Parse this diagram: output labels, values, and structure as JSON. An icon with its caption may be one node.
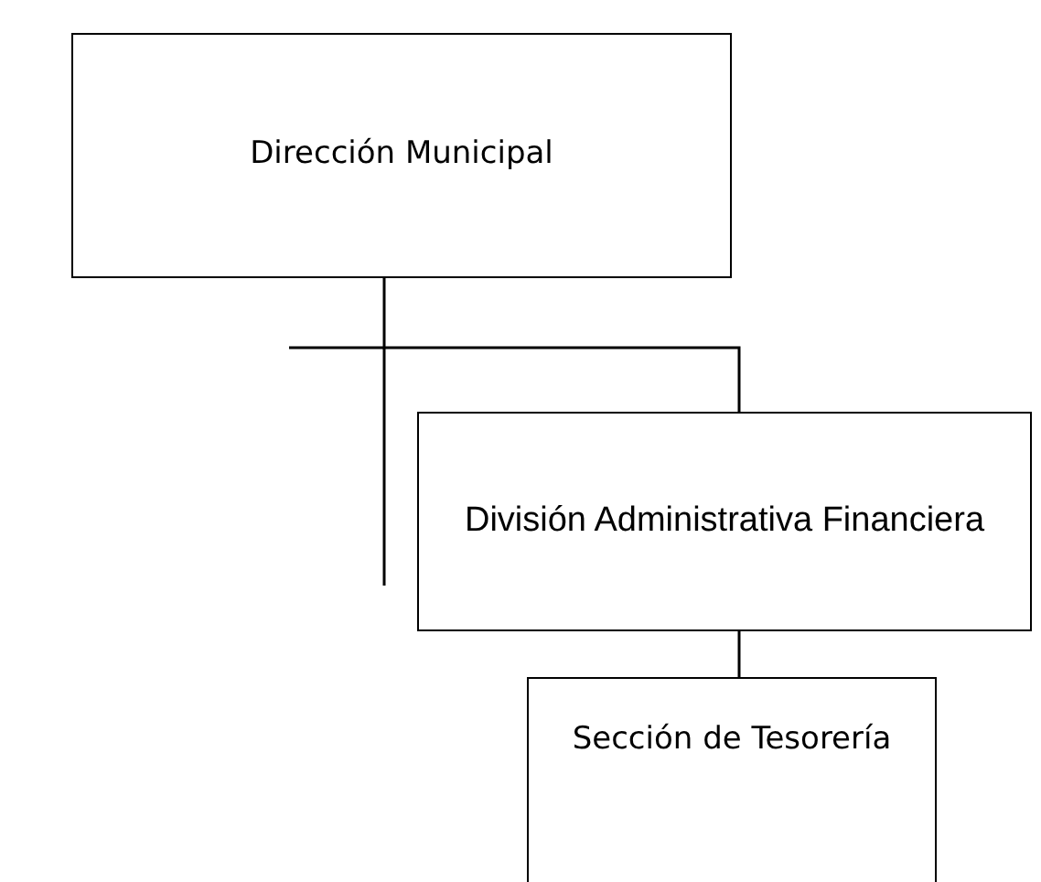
{
  "diagram": {
    "nodes": [
      {
        "text": [
          "Dirección Municipal"
        ]
      },
      {
        "text": [
          "División Administrativa Financiera"
        ]
      },
      {
        "text": [
          "Sección de Tesorería"
        ]
      }
    ],
    "edges": [
      {
        "from": 0,
        "to": 1,
        "arrow": "none"
      },
      {
        "from": 1,
        "to": 2,
        "arrow": "none"
      }
    ]
  }
}
